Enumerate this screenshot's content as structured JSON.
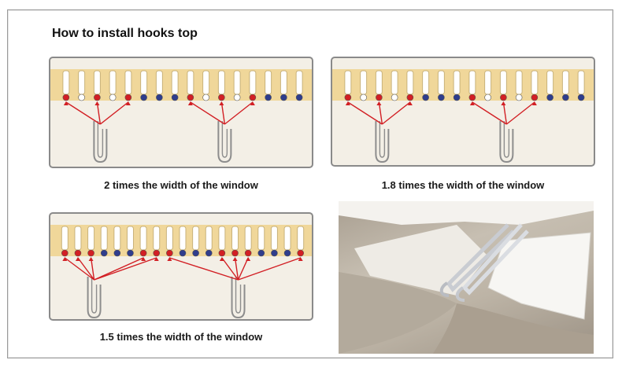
{
  "title": "How to install hooks top",
  "panels": [
    {
      "caption": "2 times the width of the window",
      "dot_pattern": [
        "red",
        "white",
        "red",
        "white",
        "red",
        "blue",
        "blue",
        "blue",
        "red",
        "white",
        "red",
        "white",
        "red",
        "blue",
        "blue",
        "blue"
      ]
    },
    {
      "caption": "1.8 times the width of the window",
      "dot_pattern": [
        "red",
        "white",
        "red",
        "white",
        "red",
        "blue",
        "blue",
        "blue",
        "red",
        "white",
        "red",
        "white",
        "red",
        "blue",
        "blue",
        "blue"
      ]
    },
    {
      "caption": "1.5 times the width of the window",
      "dot_pattern": [
        "red",
        "red",
        "red",
        "blue",
        "blue",
        "blue",
        "red",
        "red",
        "red",
        "blue",
        "blue",
        "blue",
        "red",
        "red",
        "red",
        "blue",
        "blue",
        "blue",
        "red"
      ]
    }
  ],
  "colors": {
    "tape": "#f0d79a",
    "panel_bg": "#f3efe6",
    "red_dot": "#d21f24",
    "blue_dot": "#2f3d8c",
    "white_dot": "#ffffff",
    "arrow": "#d21f24"
  },
  "photo": {
    "description_icon": "curtain-hook-photo"
  }
}
